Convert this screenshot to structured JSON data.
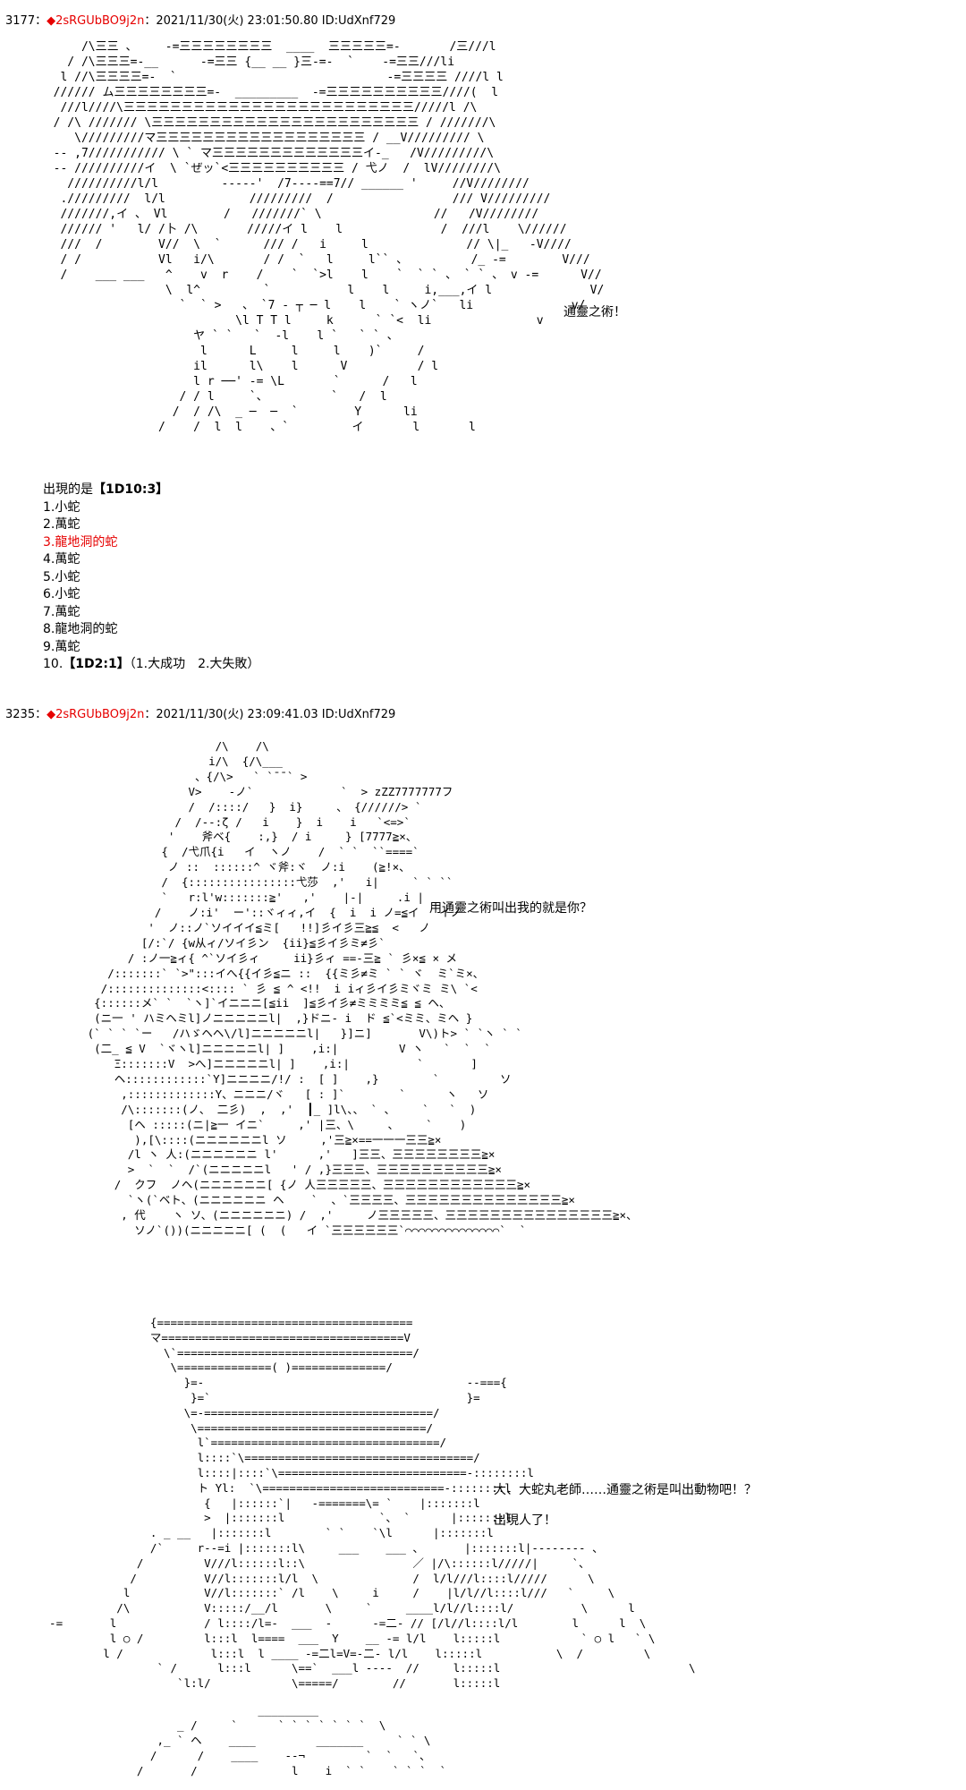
{
  "posts": [
    {
      "number": "3177",
      "separator": "：",
      "trip": "◆2sRGUbBO9j2n",
      "datetime": "：2021/11/30(火) 23:01:50.80 ID:UdXnf729"
    },
    {
      "number": "3235",
      "separator": "：",
      "trip": "◆2sRGUbBO9j2n",
      "datetime": "：2021/11/30(火) 23:09:41.03 ID:UdXnf729"
    }
  ],
  "dialogue": {
    "line1": "通靈之術！",
    "line2": "用通靈之術叫出我的就是你？",
    "line3": "大、大蛇丸老師……通靈之術是叫出動物吧！？",
    "line4": "出現人了！"
  },
  "roll": {
    "title": "出現的是",
    "dice": "【1D10:3】",
    "items": [
      "1.小蛇",
      "2.萬蛇",
      "3.龍地洞的蛇",
      "4.萬蛇",
      "5.小蛇",
      "6.小蛇",
      "7.萬蛇",
      "8.龍地洞的蛇",
      "9.萬蛇"
    ],
    "item10_prefix": "10.",
    "item10_dice": "【1D2:1】",
    "item10_suffix": "（1.大成功　2.大失敗）",
    "highlight_color": "#e60000"
  },
  "ascii_art": {
    "art1": "      /\\三三 、    -=三三三三三三三三  ____  三三三三三=-       /三///l\n    / /\\三三三=-__      -=三三 {__ __ }三-=-  `    -=三三///li\n   l //\\三三三三=-  `                              -=三三三三 ////l l\n  ////// ム三三三三三三三三=-  _________  -=三三三三三三三三三三////(  l\n   ///l////\\三三三三三三三三三三三三三三三三三三三三三三三三三/////l /\\\n  / /\\ /////// \\三三三三三三三三三三三三三三三三三三三三三三三 / ///////\\\n     \\/////////マ三三三三三三三三三三三三三三三三三三 / __V///////// \\\n  -- ,7/////////// \\ ` マ三三三三三三三三三三三三三イ-_   /V/////////\\\n  -- //////////イ  \\ `ぜッ`<三三三三三三三三三三 / 弋ノ  /  lV////////\\\n    //////////l/l         -----'  /7----==7// ______ '     //V////////\n   ./////////  l/l            /////////  /                 /// V/////////\n   ///////,イ 、 Vl        /   ///////` \\                //   /V////////\n   ////// '   l/ /卜 /\\       /////イ l    l              /  ///l    \\//////\n   ///  /        V//  \\  `      /// /   i     l              // \\|_   -V////\n   / /           Vl   i/\\       / /  `   l     l`` 、         /_ -=        V///\n   /    ___ ___   ^    v  r    /    `  `>l    l    `  ` ` 、 ` ` 、 v -=      V//\n                  \\  l^         `           l    l     i,___,イ l              V/\n                    `  ` >   、 `7 - ┬ ─ l    l    ` ヽノ`   li              v/\n                            \\l T T l     k      ` `<  li               v\n                      ヤ ` `   `  -l    l `   ` ` 、\n                       l      L     l     l    )`     /\n                      il      l\\    l      V          / l\n                      l r ──' -= \\L       `      /   l\n                    / / l     `、         `   /  l\n                   /  / /\\  _ ─  ─  `        Y      li\n                 /    /  l  l    、`         イ       l       l",
    "art2": "                        /\\    /\\\n                       i/\\  {/\\___\n                     、{/\\>   ` `¯¯` >\n                    V>    -ノ`             `  > zZZ7777777フ\n                    /  /::::/   }  i}     、 {//////> `\n                  /  /--:ζ /   i    }  i    i   `<=>`\n                 '    斧ベ{    :,}  / i     } [7777≧×、\n                {  /弋爪{i   イ  ヽノ    /  ` `  ``====`\n                 ノ ::  ::::::^ ヾ斧:ヾ  ノ:i    (≧!×、\n                /  {::::::::::::::::弋莎  ,'   i|     ` ` ``\n                `   r:l'w:::::::≧'   ,'    |-|     .i |\n               /    ノ:i'  ー'::ヾィィ,イ  {  i  i ノ=≦イ   イノ\n              '  ノ::ノ`ソイイイ≦ミ[   !!]彡イ彡三≧≦  <   ノ\n             [/:`/ {w从ィ/ソイ彡ン  {ii}≦彡イ彡ミ≠彡`\n           / :ノ一≧ィ{ ^`ソイ彡ィ     ii}彡ィ ==-三≧ ` 彡×≦ × メ\n        /:::::::` `>\":::イへ{{イ彡≦ニ ::  {{ミ彡≠ミ ` ` ヾ  ミ`ミ×、\n       /::::::::::::::<:::: ` 彡 ≦ ^ <!!  i iィ彡イ彡ミヾミ ミ\\ `<\n      {::::::メ` `  `ヽ]`イニニニ[≦ii  ]≦彡イ彡≠ミミミミ≦ ≦ ヘ、\n      (ニ一 ' ハミヘミl]ノニニニニニl|  ,}ドニ- i  ド ≦`<ミミ、ミヘ }\n     (` ` ` `ー   /ハゞヘヘ\\/l]ニニニニニl|   }]ニ]       V\\)ト> ` `ヽ ` `\n      (二_ ≦ V  `ヾヽl]ニニニニニl| ]    ,i:|         V ヽ   `  `  `\n         Ξ:::::::V  >へ]ニニニニニl| ]    ,i:|          `       ]\n         ヘ::::::::::::`Y]ニニニニ/!/ :  [ ]    ,}        `         ソ\n          ,:::::::::::::Y、ニニニ/ヾ   [ : ]`        `      ヽ   ソ\n          /\\:::::::(ノ、 二彡)  ,  ,'  ┃_ ]l\\、、 ` 、    `   `  )\n           [ヘ :::::(ニ|≧一 イニ`     ,' |三、\\     、    `    )\n            ),[\\::::(ニニニニニニl ソ     ,'三≧×==一一一三三≧×\n           /l ヽ 人:(ニニニニニニ l'      ,'   ]三三、三三三三三三三三≧×\n           >  `  `  /`(ニニニニニl   ' / ,}三三三、三三三三三三三三三三≧×\n         /  クフ  ノヘ(ニニニニニニ[ {ノ 人三三三三三、三三三三三三三三三三三三≧×\n           `ヽ(`ベト、(ニニニニニニ ヘ    `  、`三三三三、三三三三三三三三三三三三三三≧×\n          , 代    ヽ ソ、(ニニニニニニ) /  ,'     ノ三三三三三、三三三三三三三三三三三三三三三≧×、\n            ソノ`())(ニニニニニ[ (  (   イ `三三三三三三`⌒⌒⌒⌒⌒⌒⌒⌒⌒⌒⌒⌒⌒⌒`  `",
    "art3": "                 {======================================\n                 マ====================================V\n                   \\`===================================/\n                    \\==============( )==============/\n                      }=-                                       --==={\n                       }=`                                      }=\n                      \\=-==================================/\n                       \\==================================/\n                        l`==================================/\n                        l::::`\\==================================/\n                        l::::|::::`\\============================-::::::::l\n                        ト Yl:  `\\===========================-::::::::l\n                         {   |::::::`|   -=======\\= `    |:::::::l\n                         >  |:::::::l              `、 `      |:::::::l\n                 . _ __   |:::::::l        ` `    `\\l      |:::::::l\n                 /`     r--=i |:::::::l\\     ___    ___ 、      |:::::::l|-------- 、\n               /         V///l::::::l::\\                ／ |/\\::::::l/////|     `、\n              /          V//l:::::::l/l  \\              /  l/l///l::::l/////      \\\n             l           V//l:::::::` /l    \\     i     /    |l/l//l::::l///   `     \\\n            /\\           V:::::/__/l       \\     `     ____l/l//l::::l/          \\      l\n  -=       l             / l::::/l=-  ___  -      -=二- // [/l//l::::l/l        l      l  \\\n           l ○ /         l:::l  l====  ___  Y    __ -= l/l    l:::::l            ` ○ l   ` \\\n          l /             l:::l  l ____ -=二l=V=-二- l/l    l:::::l           \\  /         \\\n                  ` /      l:::l      \\==`  ___l ----  //     l:::::l                            \\\n                     `l:l/            \\=====/        //       l:::::l",
    "art4": "                                 _________\n                     _ /     `      ` ` ` ` ` ` `  \\\n                  ,_ ` ヘ    ____         _______     ` ` \\\n                 /      /    ____    --¬         `  `   `、\n               /       /              l    i  ` `    ` ` `  `"
  }
}
